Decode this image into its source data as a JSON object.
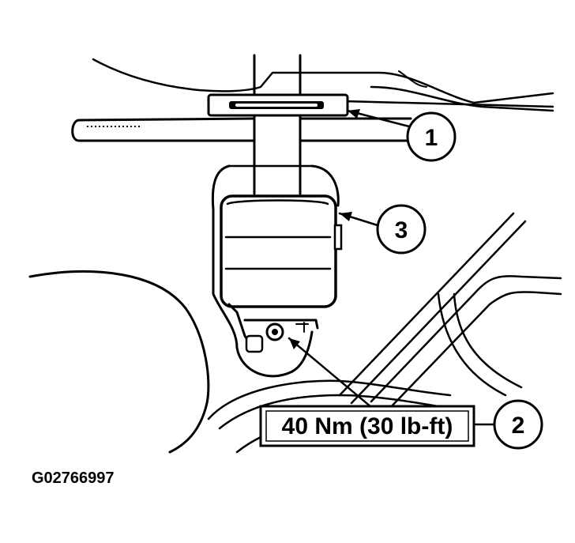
{
  "callouts": [
    {
      "label": "1"
    },
    {
      "label": "2"
    },
    {
      "label": "3"
    }
  ],
  "torque_spec": "40 Nm (30 lb-ft)",
  "figure_id": "G02766997"
}
